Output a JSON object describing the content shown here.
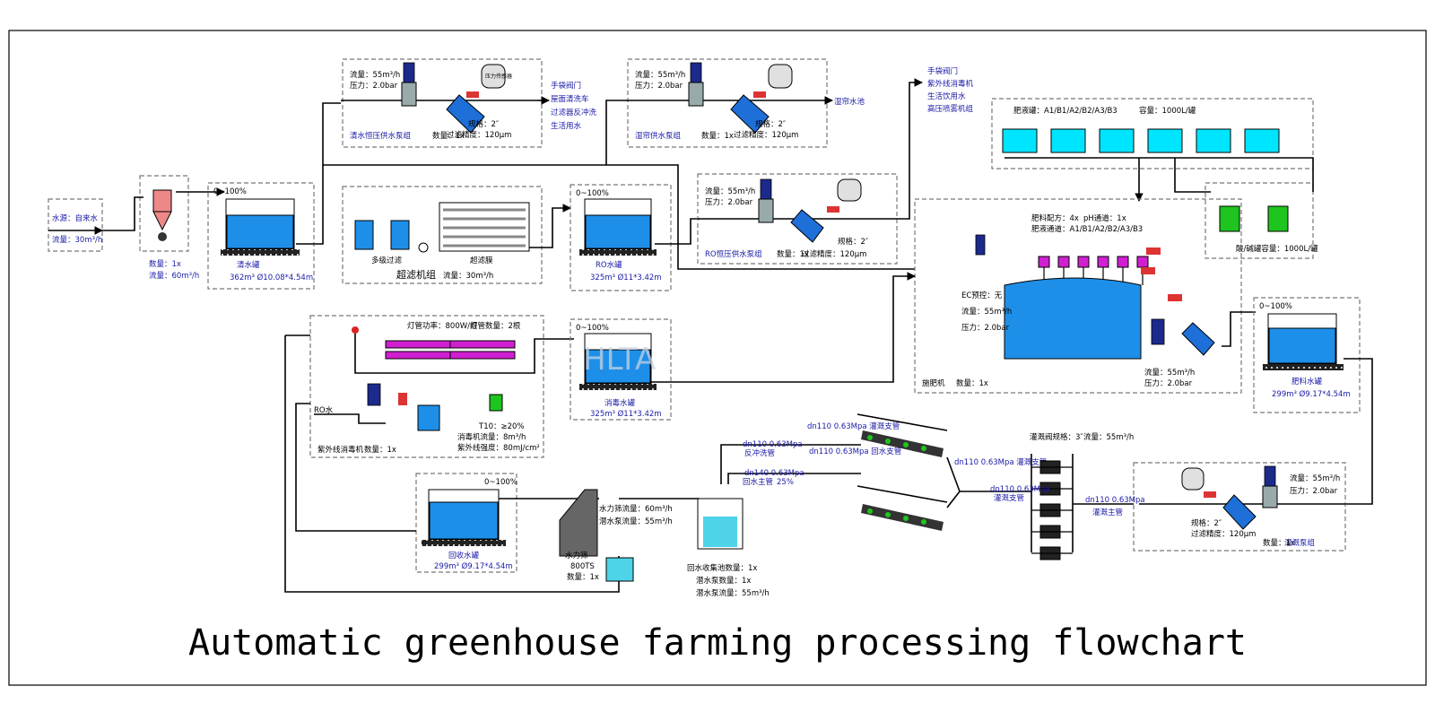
{
  "title": "Automatic greenhouse farming processing flowchart",
  "watermark": "HLTA",
  "colors": {
    "tank": "#1e8fe8",
    "pipe": "#000000",
    "fertilizer": "#00e5ff",
    "dosing": "#d01fd0",
    "uv": "#d01fd0",
    "label": "#1a1aa8"
  },
  "source": {
    "name": "水源：自来水",
    "flow": "流量：30m³/h"
  },
  "sandfilter": {
    "qty": "数量：1x",
    "flow": "流量：60m³/h"
  },
  "clear_tank": {
    "range": "0~100%",
    "name": "清水罐",
    "spec": "362m³ Ø10.08*4.54m"
  },
  "clear_pumps": {
    "flow": "流量：55m³/h",
    "pressure": "压力：2.0bar",
    "name": "清水恒压供水泵组",
    "qty": "数量：1x",
    "spec": "规格：2″",
    "precision": "过滤精度：120μm",
    "pt": "压力传感器",
    "uses": [
      "手袋阀门",
      "屋面清洗车",
      "过滤器反冲洗",
      "生活用水"
    ]
  },
  "curtain_pumps": {
    "flow": "流量：55m³/h",
    "pressure": "压力：2.0bar",
    "name": "湿帘供水泵组",
    "qty": "数量：1x",
    "spec": "规格：2″",
    "precision": "过滤精度：120μm",
    "dest": "湿帘水池"
  },
  "uses_top": [
    "手袋阀门",
    "紫外线消毒机",
    "生活饮用水",
    "高压喷雾机组"
  ],
  "uf": {
    "name": "超滤机组",
    "flow": "流量：30m³/h",
    "multi": "多级过滤",
    "membrane": "超滤膜"
  },
  "ro_tank": {
    "range": "0~100%",
    "name": "RO水罐",
    "spec": "325m³ Ø11*3.42m"
  },
  "ro_pumps": {
    "flow": "流量：55m³/h",
    "pressure": "压力：2.0bar",
    "name": "RO恒压供水泵组",
    "qty": "数量：1x",
    "spec": "规格：2″",
    "precision": "过滤精度：120μm"
  },
  "fert_tanks": {
    "label": "肥液罐：A1/B1/A2/B2/A3/B3",
    "capacity": "容量：1000L/罐",
    "count": 6
  },
  "acid_tanks": {
    "label": "酸/碱罐容量：1000L/罐",
    "count": 2
  },
  "fertigation": {
    "dose": "肥料配方：4x",
    "ph": "pH通道：1x",
    "channels": "肥液通道：A1/B1/A2/B2/A3/B3",
    "ec": "EC预控：无",
    "flow": "流量：55m³/h",
    "pressure": "压力：2.0bar",
    "name": "施肥机",
    "qty": "数量：1x",
    "pump_flow": "流量：55m³/h",
    "pump_pressure": "压力：2.0bar"
  },
  "fert_water_tank": {
    "range": "0~100%",
    "name": "肥料水罐",
    "spec": "299m³ Ø9.17*4.54m"
  },
  "uv": {
    "power": "灯管功率：800W/根",
    "count": "灯管数量：2根",
    "ro": "RO水",
    "name": "紫外线消毒机",
    "qty": "数量：1x",
    "t10": "T10：≥20%",
    "unit_flow": "消毒机流量：8m³/h",
    "intensity": "紫外线强度：80mJ/cm²"
  },
  "disinfect_tank": {
    "range": "0~100%",
    "name": "消毒水罐",
    "spec": "325m³ Ø11*3.42m"
  },
  "recycle_tank": {
    "range": "0~100%",
    "name": "回收水罐",
    "spec": "299m³ Ø9.17*4.54m"
  },
  "hydrocyclone": {
    "flow1": "水力筛流量：60m³/h",
    "flow2": "潜水泵流量：55m³/h",
    "name": "水力筛",
    "model": "800TS",
    "qty": "数量：1x"
  },
  "collection": {
    "name": "回水收集池数量：1x",
    "pump_qty": "潜水泵数量：1x",
    "pump_flow": "潜水泵流量：55m³/h"
  },
  "pipes": {
    "return_a": "dn110 0.63Mpa",
    "return_a_name": "反冲洗管",
    "return_b": "dn140 0.63Mpa",
    "return_b_name": "回水主管",
    "return_b_pct": "25%",
    "supply": "dn110 0.63Mpa",
    "supply_name": "灌溉支管",
    "main": "dn110 0.63Mpa",
    "main_name": "灌溉主管",
    "diag1": "dn110 0.63Mpa 灌溉支管",
    "diag2": "dn110 0.63Mpa 回水支管",
    "diag3": "dn110 0.63Mpa 灌溉支管"
  },
  "valves": {
    "label": "灌溉阀规格：3″",
    "flow": "流量：55m³/h"
  },
  "irrigation_pumps": {
    "spec": "规格：2″",
    "precision": "过滤精度：120μm",
    "flow": "流量：55m³/h",
    "pressure": "压力：2.0bar",
    "name": "灌溉泵组",
    "qty": "数量：1x"
  }
}
